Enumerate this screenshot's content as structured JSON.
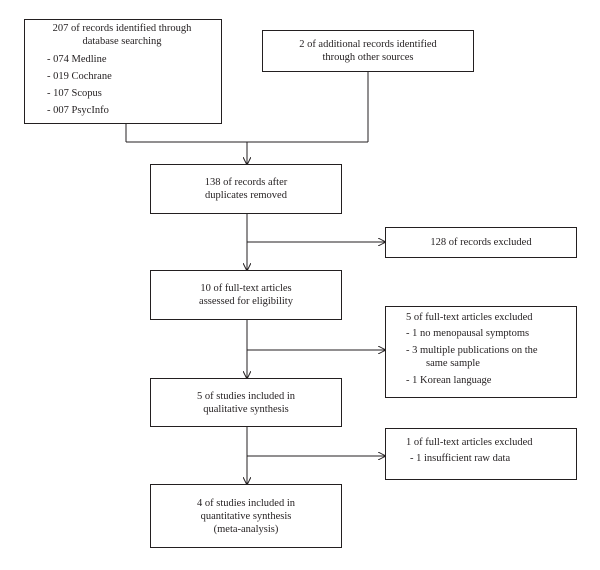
{
  "identification": {
    "title_lines": [
      "207 of records identified through",
      "database searching"
    ],
    "sources": [
      "- 074 Medline",
      "- 019 Cochrane",
      "- 107 Scopus",
      "- 007 PsycInfo"
    ]
  },
  "other_sources": {
    "lines": [
      "2 of additional records identified",
      "through other sources"
    ]
  },
  "duplicates_removed": {
    "lines": [
      "138 of records after",
      "duplicates removed"
    ]
  },
  "records_excluded": {
    "lines": [
      "128 of records excluded"
    ]
  },
  "eligibility": {
    "lines": [
      "10 of full-text articles",
      "assessed for eligibility"
    ]
  },
  "fulltext_excluded_1": {
    "title": "5 of full-text articles excluded",
    "reasons": [
      {
        "lines": [
          "- 1 no menopausal symptoms"
        ]
      },
      {
        "lines": [
          "- 3 multiple publications on the",
          "same sample"
        ]
      },
      {
        "lines": [
          "- 1 Korean language"
        ]
      }
    ]
  },
  "qualitative": {
    "lines": [
      "5 of studies included in",
      "qualitative synthesis"
    ]
  },
  "fulltext_excluded_2": {
    "title": "1 of full-text articles excluded",
    "reasons": [
      {
        "lines": [
          "- 1 insufficient raw data"
        ]
      }
    ]
  },
  "quantitative": {
    "lines": [
      "4 of studies included in",
      "quantitative synthesis",
      "(meta-analysis)"
    ]
  },
  "colors": {
    "stroke": "#231f20",
    "text": "#231f20",
    "background": "#ffffff"
  }
}
